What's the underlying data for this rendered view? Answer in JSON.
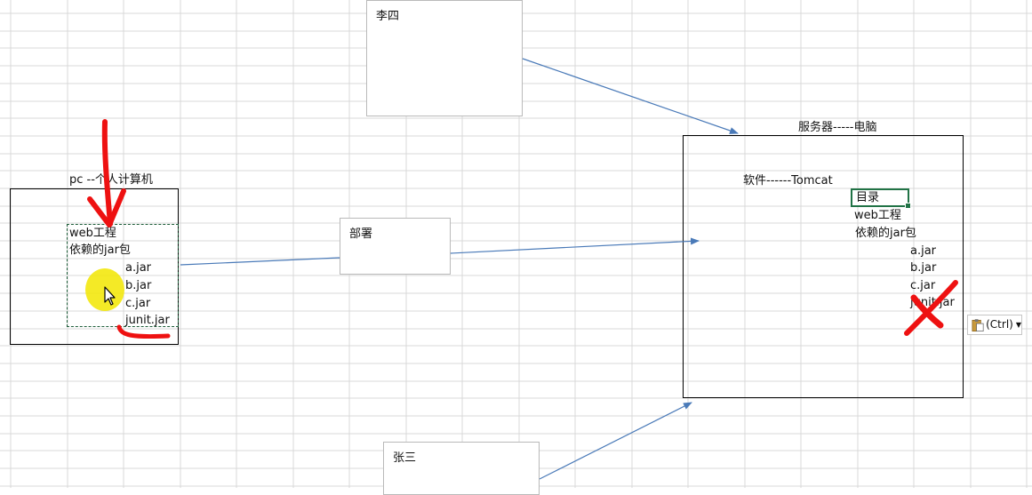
{
  "shapes": {
    "lisi": "李四",
    "deploy": "部署",
    "zhangsan": "张三"
  },
  "pc": {
    "title": "pc --个人计算机",
    "project": "web工程",
    "deps": "依赖的jar包",
    "jars": [
      "a.jar",
      "b.jar",
      "c.jar",
      "junit.jar"
    ]
  },
  "server": {
    "title": "服务器-----电脑",
    "software": "软件------Tomcat",
    "dir": "目录",
    "project": "web工程",
    "deps": "依赖的jar包",
    "jars": [
      "a.jar",
      "b.jar",
      "c.jar",
      "junit.jar"
    ]
  },
  "paste_options": {
    "label": "(Ctrl)",
    "icon": "clipboard-icon",
    "dropdown_icon": "caret-down-icon"
  },
  "colors": {
    "gridline": "#d9d9d9",
    "arrow": "#4a7ab8",
    "selection": "#217346",
    "annotation": "#ee1111",
    "highlight": "#f2e600"
  }
}
